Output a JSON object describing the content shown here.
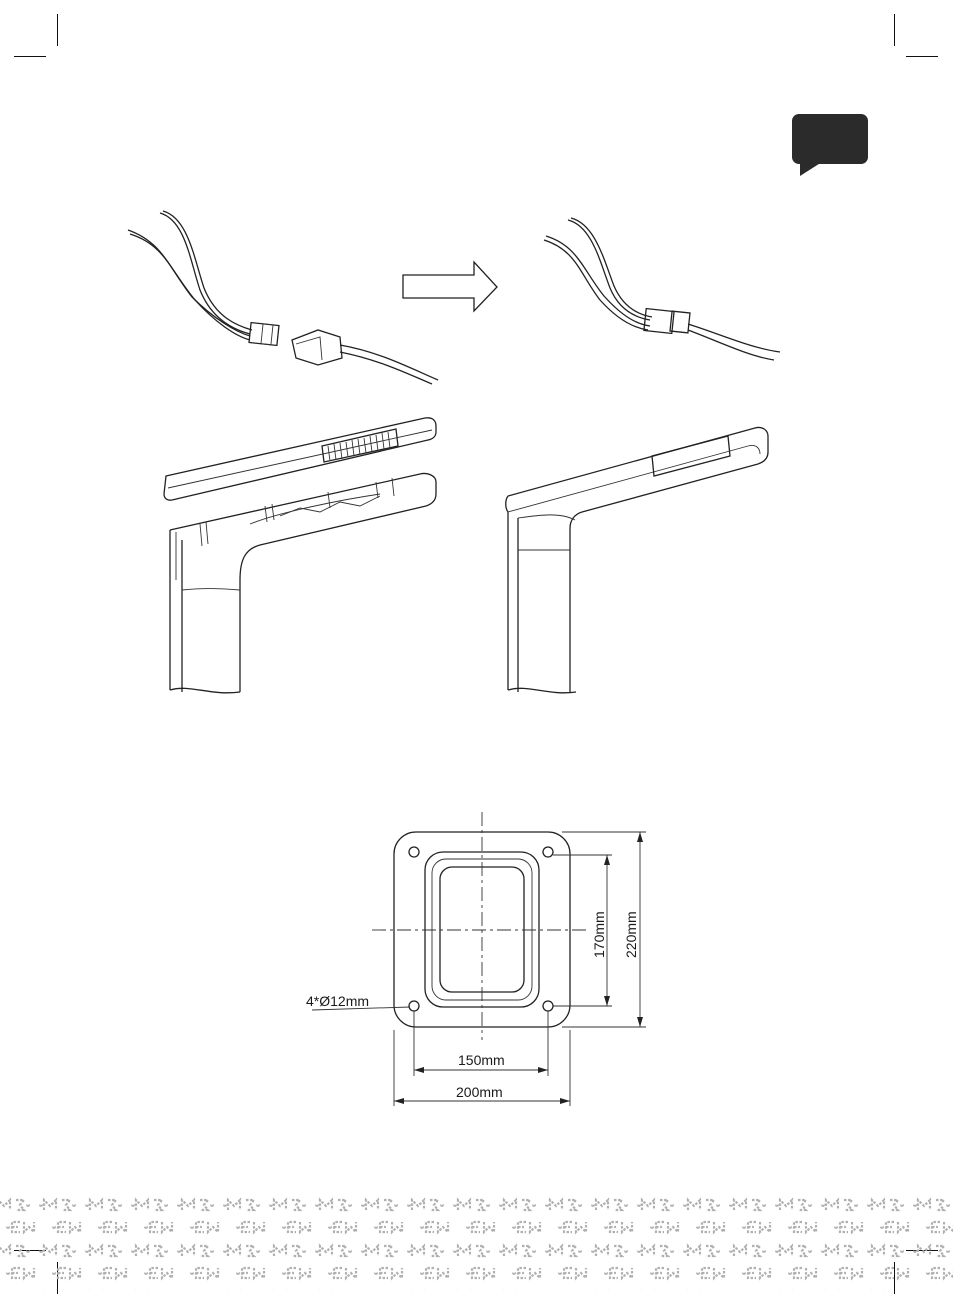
{
  "page": {
    "language_badge": {
      "label": "",
      "color": "#2b2b2b"
    }
  },
  "step_arrow": {
    "icon": "right-arrow-icon"
  },
  "illustrations": {
    "cable_disconnected": {
      "icon": "cable-connector-disconnected-icon"
    },
    "cable_connected": {
      "icon": "cable-connector-connected-icon"
    },
    "post_open": {
      "icon": "post-top-cover-removed-icon"
    },
    "post_closed": {
      "icon": "post-top-cover-installed-icon"
    }
  },
  "base_plate": {
    "hole_label": "4*Ø12mm",
    "inner_width_label": "150mm",
    "outer_width_label": "200mm",
    "inner_height_label": "170mm",
    "outer_height_label": "220mm"
  },
  "watermark": {
    "top_row": "ꞏm͡ɜꞏ ꞏm͡ɜꞏ ꞏm͡ɜꞏ ꞏm͡ɜꞏ ꞏm͡ɜꞏ ꞏm͡ɜꞏ ꞏm͡ɜꞏ ꞏm͡ɜꞏ ꞏm͡ɜꞏ ꞏm͡ɜꞏ ꞏm͡ɜꞏ ꞏm͡ɜꞏ ꞏm͡ɜꞏ ꞏm͡ɜꞏ ꞏm͡ɜꞏ ꞏm͡ɜꞏ ꞏm͡ɜꞏ ꞏm͡ɜꞏ ꞏm͡ɜꞏ ꞏm͡ɜꞏ ꞏm͡ɜꞏ",
    "logo_color": "#b8b8b8"
  }
}
